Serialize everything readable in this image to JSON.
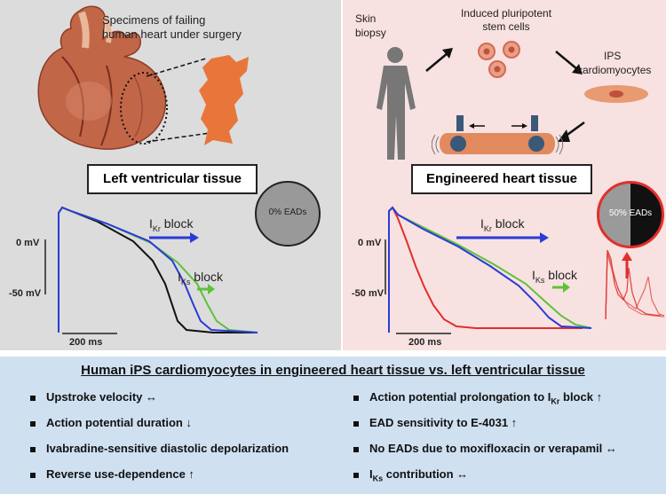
{
  "left_panel": {
    "specimen_caption_line1": "Specimens of failing",
    "specimen_caption_line2": "human heart under surgery",
    "tissue_label": "Left ventricular tissue",
    "ylabel_top": "0 mV",
    "ylabel_bottom": "-50 mV",
    "scale_bar_label": "200 ms",
    "ikr_block": {
      "main": "I",
      "sub": "Kr",
      "rest": " block"
    },
    "iks_block": {
      "main": "I",
      "sub": "Ks",
      "rest": " block"
    },
    "ead_circle_label": "0% EADs"
  },
  "right_panel": {
    "skin_biopsy_line1": "Skin",
    "skin_biopsy_line2": "biopsy",
    "ipsc_line1": "Induced pluripotent",
    "ipsc_line2": "stem cells",
    "ips_cm_line1": "IPS",
    "ips_cm_line2": "cardiomyocytes",
    "tissue_label": "Engineered heart tissue",
    "ylabel_top": "0 mV",
    "ylabel_bottom": "-50 mV",
    "scale_bar_label": "200 ms",
    "ikr_block": {
      "main": "I",
      "sub": "Kr",
      "rest": " block"
    },
    "iks_block": {
      "main": "I",
      "sub": "Ks",
      "rest": " block"
    },
    "ead_circle_label": "50% EADs"
  },
  "summary": {
    "title": "Human iPS cardiomyocytes in engineered heart tissue vs. left ventricular tissue",
    "left_items": [
      {
        "text": "Upstroke velocity ↔"
      },
      {
        "text": "Action potential duration ↓"
      },
      {
        "text": "Ivabradine-sensitive diastolic depolarization"
      },
      {
        "text": "Reverse use-dependence ↑"
      }
    ],
    "right_items": [
      {
        "pre": "Action potential prolongation to I",
        "sub": "Kr",
        "post": " block ↑"
      },
      {
        "pre": "EAD sensitivity to E-4031 ↑",
        "sub": "",
        "post": ""
      },
      {
        "pre": "No EADs due to moxifloxacin or verapamil ↔",
        "sub": "",
        "post": ""
      },
      {
        "pre": "I",
        "sub": "Ks",
        "post": " contribution ↔"
      }
    ]
  },
  "colors": {
    "left_bg": "#dcdcdc",
    "right_bg": "#f8e1e1",
    "summary_bg": "#cfe0f1",
    "blue_trace": "#2a3bd6",
    "green_trace": "#5cc23a",
    "black_trace": "#111111",
    "red_trace": "#e0302a",
    "tissue_orange": "#e8763a"
  }
}
